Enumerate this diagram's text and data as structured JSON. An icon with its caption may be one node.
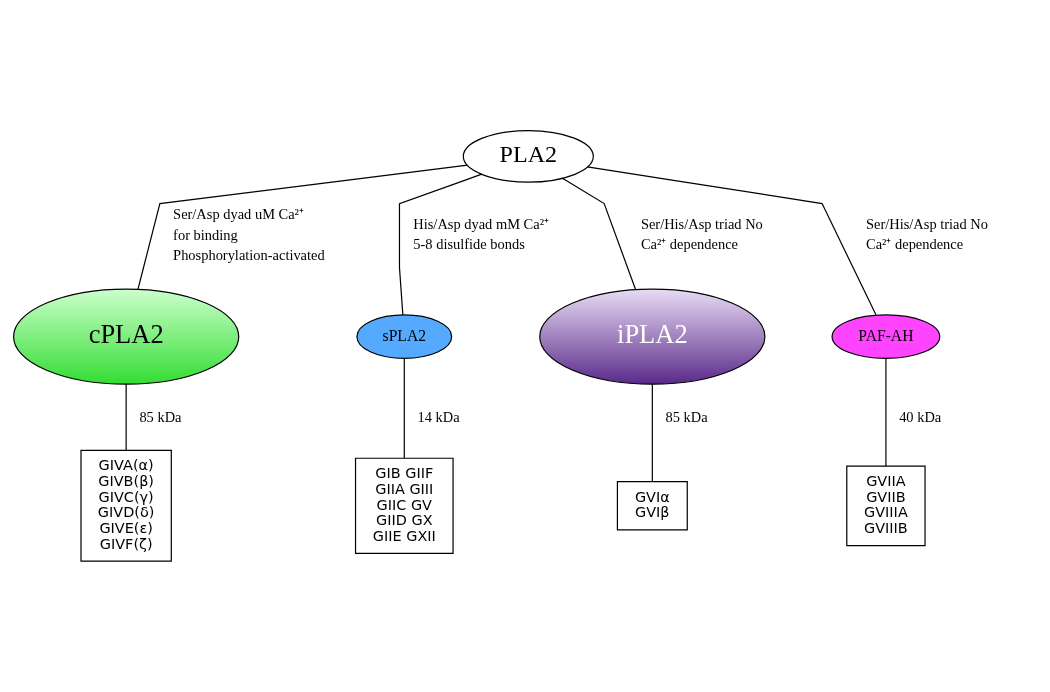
{
  "diagram": {
    "nodes": [
      {
        "text": [
          "PLA2"
        ]
      },
      {
        "text": [
          "cPLA2"
        ]
      },
      {
        "text": [
          "sPLA2"
        ]
      },
      {
        "text": [
          "iPLA2"
        ]
      },
      {
        "text": [
          "PAF-AH"
        ]
      },
      {
        "text": [
          "GIVA(α)",
          "GIVB(β)",
          "GIVC(γ)",
          "GIVD(δ)",
          "GIVE(ε)",
          "GIVF(ζ)"
        ]
      },
      {
        "text": [
          "GIB GIIF",
          "GIIA GIII",
          "GIIC GV",
          "GIID GX",
          "GIIE GXII"
        ]
      },
      {
        "text": [
          "GVIα",
          "GVIβ"
        ]
      },
      {
        "text": [
          "GVIIA",
          "GVIIB",
          "GVIIIA",
          "GVIIIB"
        ]
      }
    ],
    "edges": [
      {
        "from": 0,
        "to": 1,
        "arrow": "none",
        "label": "Ser/Asp dyad uM Ca²⁺ for binding Phosphorylation-activated"
      },
      {
        "from": 0,
        "to": 2,
        "arrow": "none",
        "label": "His/Asp dyad mM Ca²⁺ 5-8 disulfide bonds"
      },
      {
        "from": 0,
        "to": 3,
        "arrow": "none",
        "label": "Ser/His/Asp triad No Ca²⁺ dependence"
      },
      {
        "from": 0,
        "to": 4,
        "arrow": "none",
        "label": "Ser/His/Asp triad No Ca²⁺ dependence"
      },
      {
        "from": 1,
        "to": 5,
        "arrow": "none",
        "label": "85 kDa"
      },
      {
        "from": 2,
        "to": 6,
        "arrow": "none",
        "label": "14 kDa"
      },
      {
        "from": 3,
        "to": 7,
        "arrow": "none",
        "label": "85 kDa"
      },
      {
        "from": 4,
        "to": 8,
        "arrow": "none",
        "label": "40 kDa"
      }
    ]
  }
}
